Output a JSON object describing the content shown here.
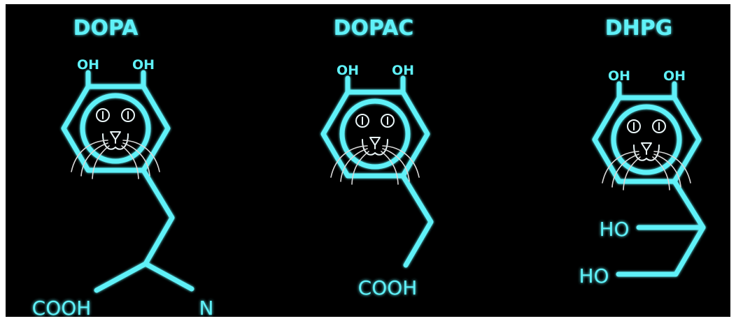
{
  "colors": {
    "background": "#000000",
    "bond": "#5ff1f8",
    "face": "#e8f4f6",
    "whisker": "#d8d8d8"
  },
  "molecules": [
    {
      "name": "DOPA",
      "ring_top_left_label": "OH",
      "ring_top_right_label": "OH",
      "left_group_label": "COOH",
      "right_group_label": "N"
    },
    {
      "name": "DOPAC",
      "ring_top_left_label": "OH",
      "ring_top_right_label": "OH",
      "chain_end_label": "COOH"
    },
    {
      "name": "DHPG",
      "ring_top_left_label": "OH",
      "ring_top_right_label": "OH",
      "upper_branch_label": "HO",
      "lower_branch_label": "HO"
    }
  ]
}
